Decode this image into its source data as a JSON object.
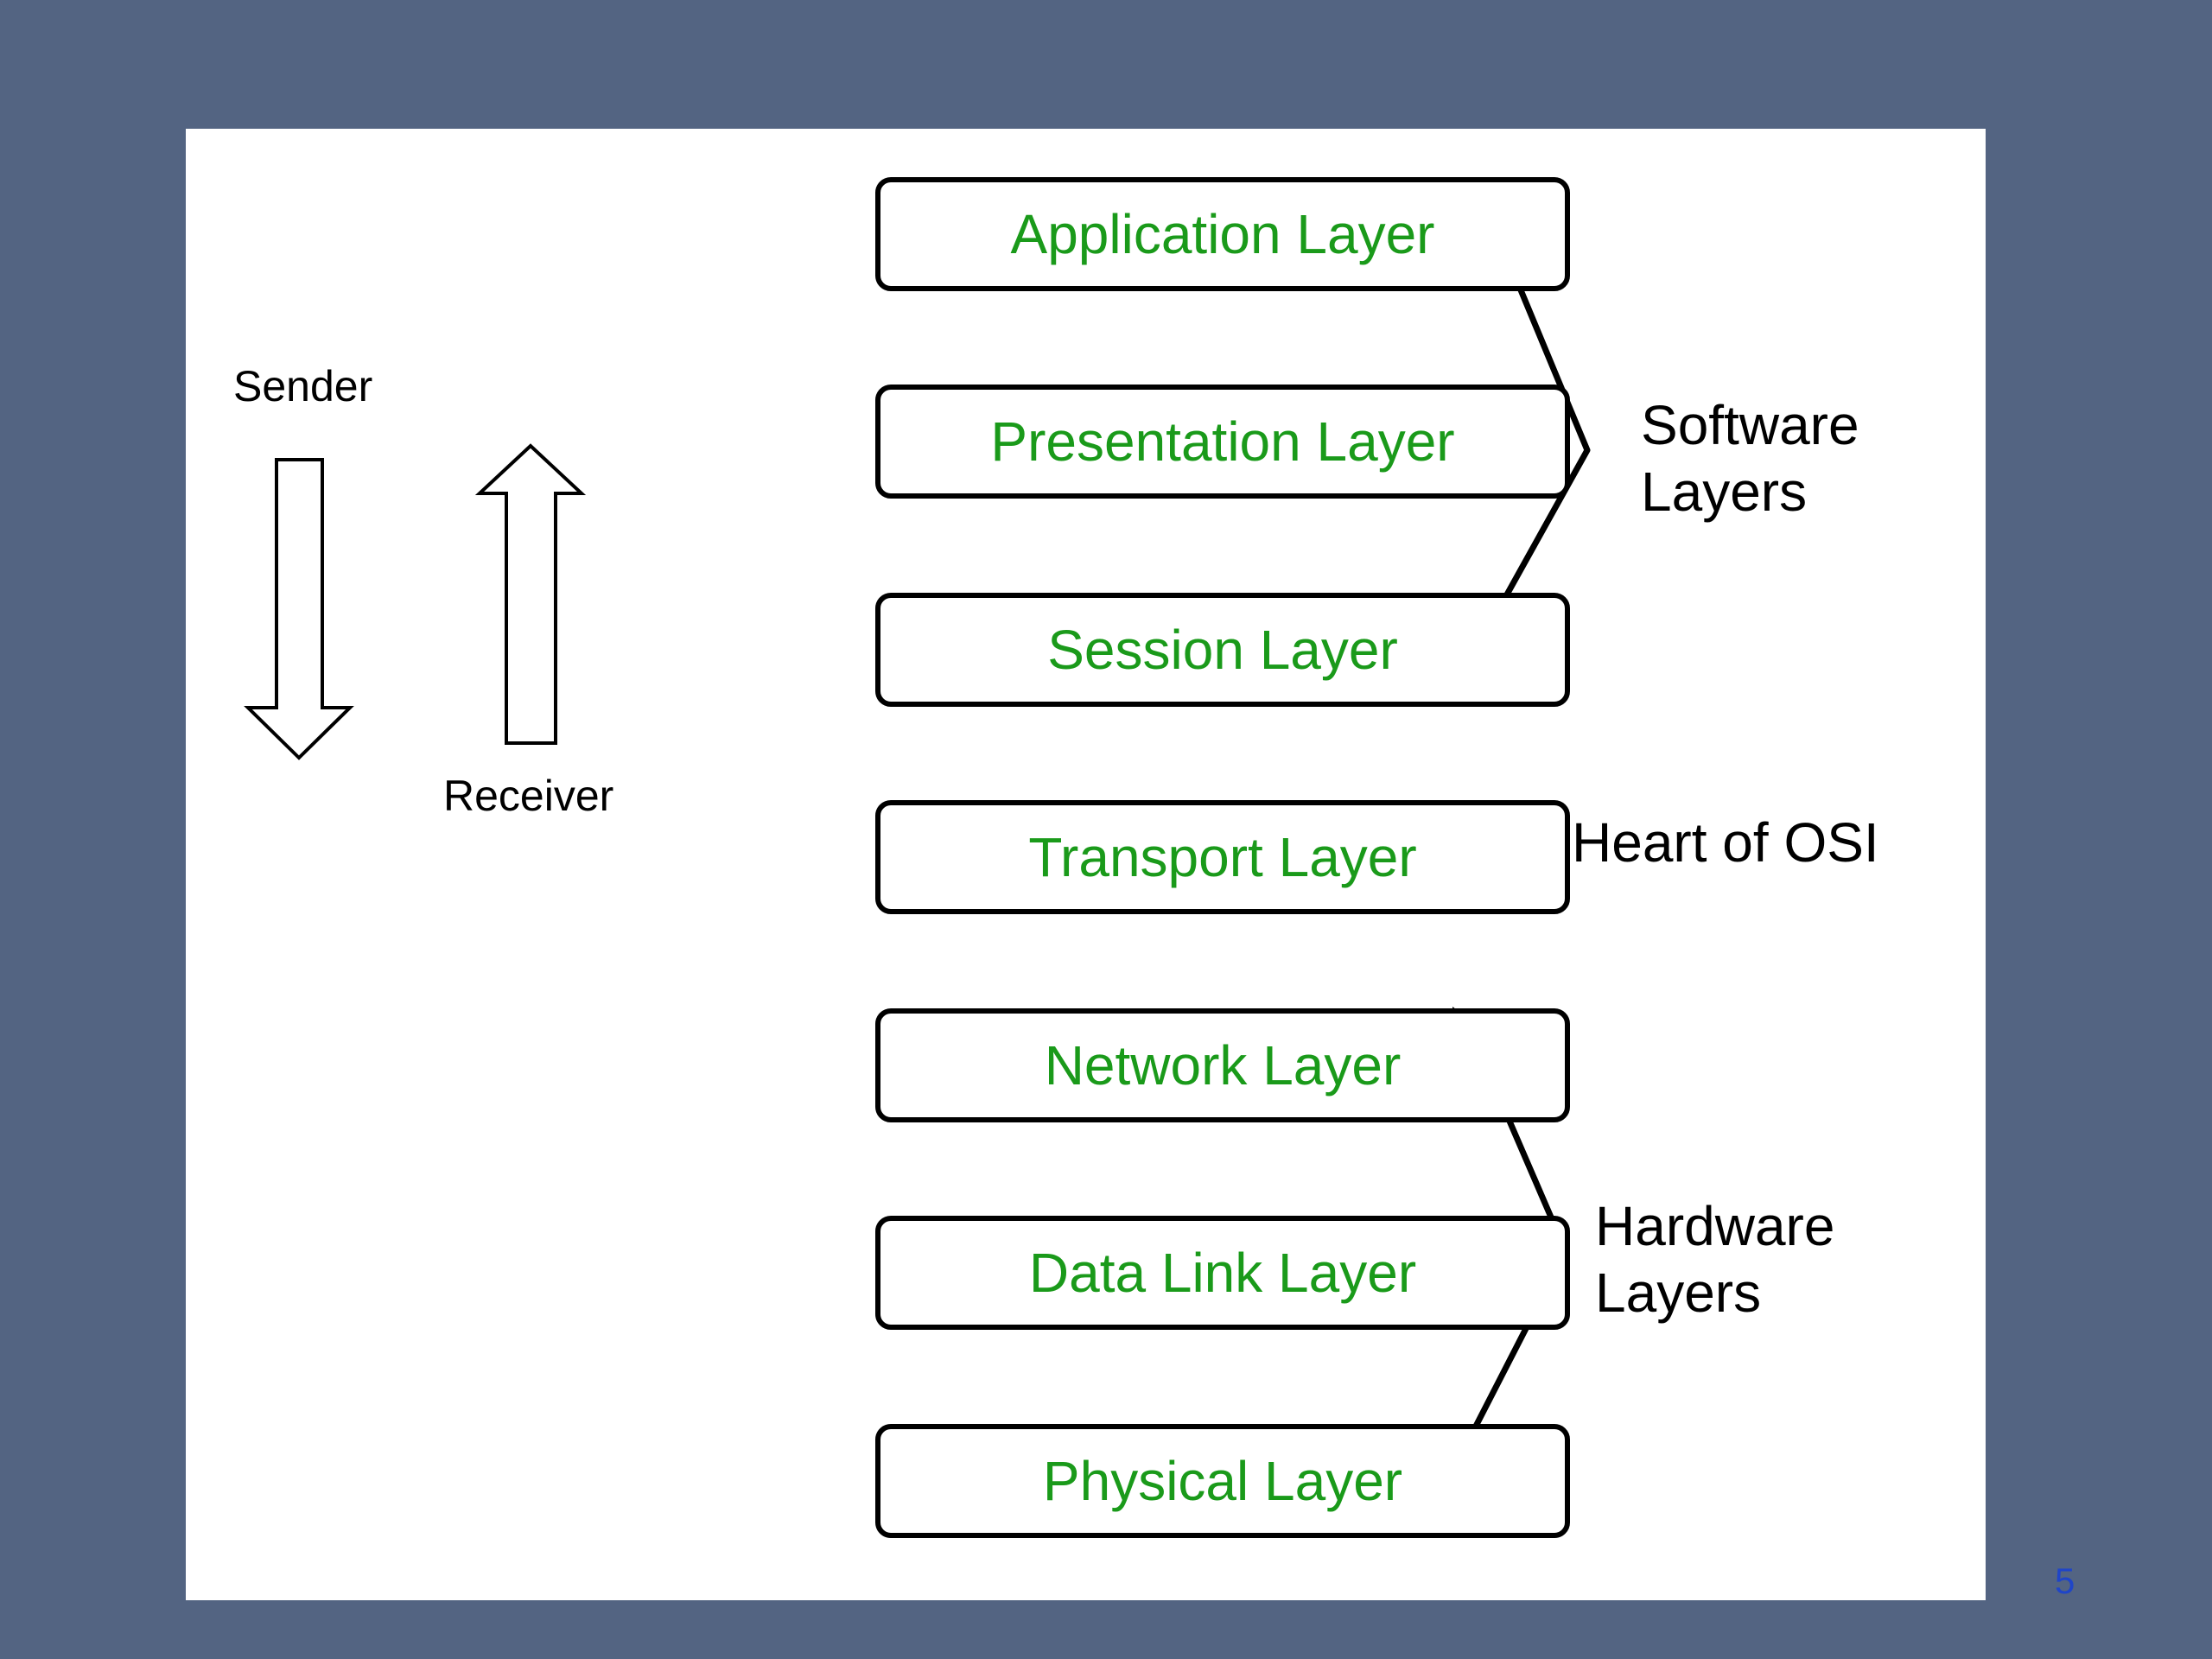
{
  "diagram": {
    "layers": [
      {
        "label": "Application Layer"
      },
      {
        "label": "Presentation Layer"
      },
      {
        "label": "Session Layer"
      },
      {
        "label": "Transport Layer"
      },
      {
        "label": "Network Layer"
      },
      {
        "label": "Data Link Layer"
      },
      {
        "label": "Physical Layer"
      }
    ],
    "sender_label": "Sender",
    "receiver_label": "Receiver",
    "software_group": {
      "line1": "Software",
      "line2": "Layers"
    },
    "heart_label": "Heart of OSI",
    "hardware_group": {
      "line1": "Hardware",
      "line2": "Layers"
    }
  },
  "slide": {
    "page_number": "5"
  },
  "colors": {
    "background": "#536482",
    "layer_text": "#1a9a1a",
    "page_number": "#1f45c8"
  }
}
